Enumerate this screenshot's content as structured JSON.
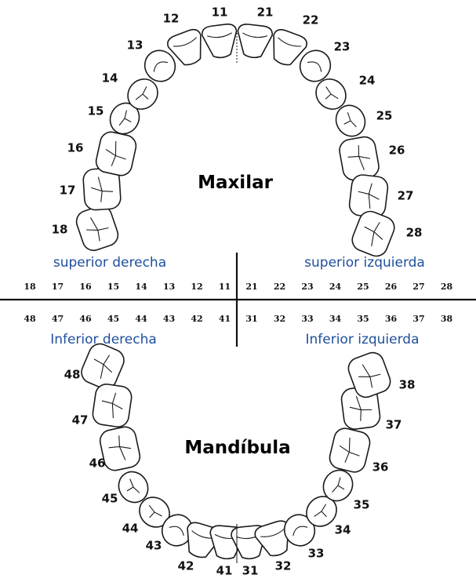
{
  "labels": {
    "maxilar": "Maxilar",
    "mandibula": "Mandíbula",
    "superior_derecha": "superior derecha",
    "superior_izquierda": "superior izquierda",
    "inferior_derecha": "Inferior derecha",
    "inferior_izquierda": "Inferior izquierda"
  },
  "upper_row_numbers": [
    "18",
    "17",
    "16",
    "15",
    "14",
    "13",
    "12",
    "11",
    "21",
    "22",
    "23",
    "24",
    "25",
    "26",
    "27",
    "28"
  ],
  "lower_row_numbers": [
    "48",
    "47",
    "46",
    "45",
    "44",
    "43",
    "42",
    "41",
    "31",
    "32",
    "33",
    "34",
    "35",
    "36",
    "37",
    "38"
  ],
  "upper_teeth": [
    {
      "id": "18",
      "type": "molar"
    },
    {
      "id": "17",
      "type": "molar"
    },
    {
      "id": "16",
      "type": "molar"
    },
    {
      "id": "15",
      "type": "premolar"
    },
    {
      "id": "14",
      "type": "premolar"
    },
    {
      "id": "13",
      "type": "canine"
    },
    {
      "id": "12",
      "type": "incisor"
    },
    {
      "id": "11",
      "type": "incisor"
    },
    {
      "id": "21",
      "type": "incisor"
    },
    {
      "id": "22",
      "type": "incisor"
    },
    {
      "id": "23",
      "type": "canine"
    },
    {
      "id": "24",
      "type": "premolar"
    },
    {
      "id": "25",
      "type": "premolar"
    },
    {
      "id": "26",
      "type": "molar"
    },
    {
      "id": "27",
      "type": "molar"
    },
    {
      "id": "28",
      "type": "molar"
    }
  ],
  "lower_teeth": [
    {
      "id": "48",
      "type": "molar"
    },
    {
      "id": "47",
      "type": "molar"
    },
    {
      "id": "46",
      "type": "molar"
    },
    {
      "id": "45",
      "type": "premolar"
    },
    {
      "id": "44",
      "type": "premolar"
    },
    {
      "id": "43",
      "type": "canine"
    },
    {
      "id": "42",
      "type": "incisor"
    },
    {
      "id": "41",
      "type": "incisor"
    },
    {
      "id": "31",
      "type": "incisor"
    },
    {
      "id": "32",
      "type": "incisor"
    },
    {
      "id": "33",
      "type": "canine"
    },
    {
      "id": "34",
      "type": "premolar"
    },
    {
      "id": "35",
      "type": "premolar"
    },
    {
      "id": "36",
      "type": "molar"
    },
    {
      "id": "37",
      "type": "molar"
    },
    {
      "id": "38",
      "type": "molar"
    }
  ],
  "colors": {
    "quadrant_label": "#1d4f9c",
    "outline": "#1a1a1a",
    "background": "#ffffff"
  }
}
